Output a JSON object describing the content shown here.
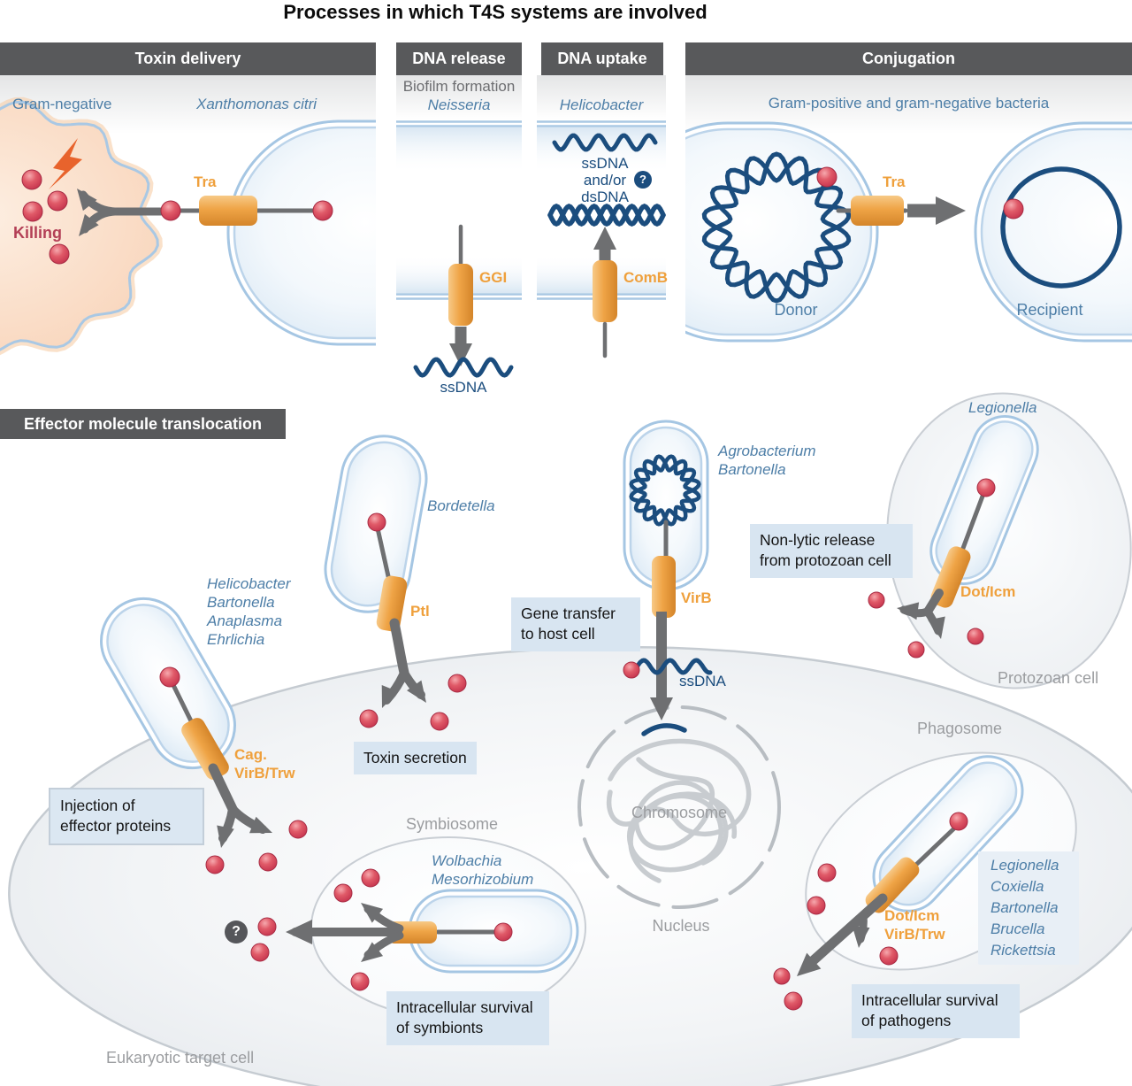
{
  "title": "Processes in which T4S systems are involved",
  "colors": {
    "header_bar": "#58595b",
    "accent_orange": "#efa03c",
    "species_blue": "#4d7ea7",
    "dna_blue": "#1b4d7e",
    "effector_red": "#d5495c",
    "killing_red": "#b33f56",
    "label_gray": "#9b9da0",
    "callout_blue": "#d8e5f1"
  },
  "panels": {
    "toxin_delivery": {
      "header": "Toxin delivery",
      "gram_label": "Gram-negative",
      "species": "Xanthomonas citri",
      "killing_label": "Killing",
      "t4s_label": "Tra"
    },
    "dna_release": {
      "header": "DNA release",
      "process_label": "Biofilm formation",
      "species": "Neisseria",
      "t4s_label": "GGI",
      "dna_label": "ssDNA"
    },
    "dna_uptake": {
      "header": "DNA uptake",
      "species": "Helicobacter",
      "dna_line1": "ssDNA",
      "dna_line2": "and/or",
      "dna_line3": "dsDNA",
      "uncertainty_mark": "?",
      "t4s_label": "ComB"
    },
    "conjugation": {
      "header": "Conjugation",
      "subtitle": "Gram-positive and gram-negative bacteria",
      "t4s_label": "Tra",
      "donor_label": "Donor",
      "recipient_label": "Recipient"
    }
  },
  "effector": {
    "header": "Effector molecule translocation",
    "cag": {
      "species": [
        "Helicobacter",
        "Bartonella",
        "Anaplasma",
        "Ehrlichia"
      ],
      "t4s_line1": "Cag.",
      "t4s_line2": "VirB/Trw",
      "callout": [
        "Injection of",
        "effector proteins"
      ]
    },
    "bordetella": {
      "species": "Bordetella",
      "t4s_label": "Ptl",
      "callout": "Toxin secretion"
    },
    "agrobacterium": {
      "species": [
        "Agrobacterium",
        "Bartonella"
      ],
      "t4s_label": "VirB",
      "dna_label": "ssDNA",
      "callout": [
        "Gene transfer",
        "to host cell"
      ]
    },
    "protozoan": {
      "species": "Legionella",
      "t4s_label": "Dot/Icm",
      "callout": [
        "Non-lytic release",
        "from protozoan cell"
      ],
      "cell_label": "Protozoan cell"
    },
    "symbiosome": {
      "label": "Symbiosome",
      "species": [
        "Wolbachia",
        "Mesorhizobium"
      ],
      "uncertainty_mark": "?",
      "callout": [
        "Intracellular survival",
        "of symbionts"
      ]
    },
    "nucleus": {
      "chromosome_label": "Chromosome",
      "label": "Nucleus"
    },
    "phagosome": {
      "label": "Phagosome",
      "t4s_line1": "Dot/Icm",
      "t4s_line2": "VirB/Trw",
      "species": [
        "Legionella",
        "Coxiella",
        "Bartonella",
        "Brucella",
        "Rickettsia"
      ],
      "callout": [
        "Intracellular survival",
        "of pathogens"
      ]
    },
    "host_label": "Eukaryotic target cell"
  }
}
